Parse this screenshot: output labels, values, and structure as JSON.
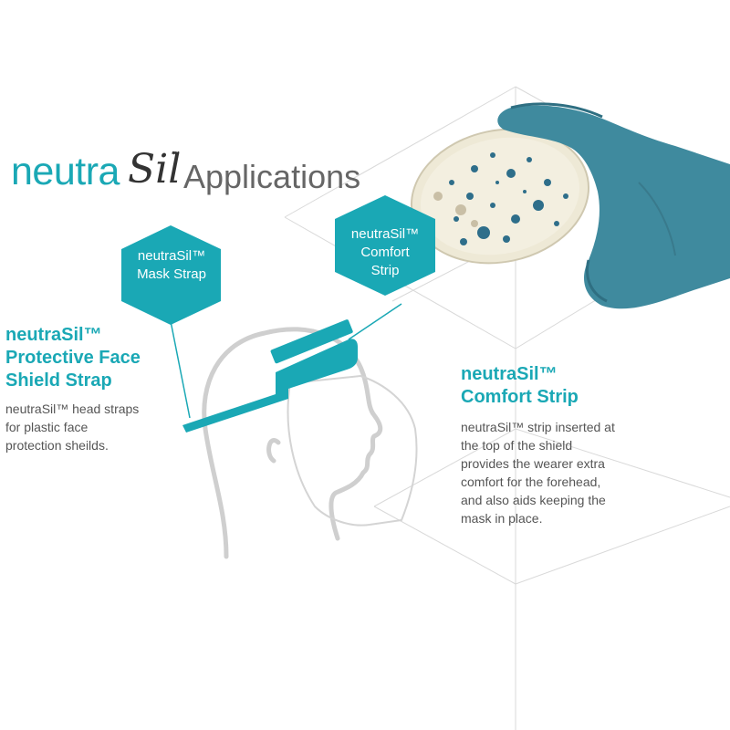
{
  "title": {
    "brand_main": "neutra",
    "brand_script": "Sil",
    "brand_tm": "™",
    "word": "Applications"
  },
  "hexagons": {
    "mask_strap_l1": "neutraSil™",
    "mask_strap_l2": "Mask Strap",
    "comfort_strip_l1": "neutraSil™",
    "comfort_strip_l2": "Comfort",
    "comfort_strip_l3": "Strip"
  },
  "left_block": {
    "heading_l1": "neutraSil™",
    "heading_l2": "Protective Face",
    "heading_l3": "Shield Strap",
    "body_l1": "neutraSil™ head straps",
    "body_l2": "for plastic face",
    "body_l3": "protection sheilds."
  },
  "right_block": {
    "heading_l1": "neutraSil™",
    "heading_l2": "Comfort Strip",
    "body_l1": "neutraSil™ strip inserted at",
    "body_l2": "the top of the shield",
    "body_l3": "provides the wearer extra",
    "body_l4": "comfort for the forehead,",
    "body_l5": "and also aids keeping the",
    "body_l6": "mask in place."
  },
  "colors": {
    "accent": "#1aa8b5",
    "glove": "#3f8a9e",
    "outline": "#cfcfcf",
    "text": "#555555"
  },
  "icons": [
    "petri-dish-icon",
    "gloved-hand-icon",
    "head-profile-icon",
    "face-shield-icon"
  ]
}
